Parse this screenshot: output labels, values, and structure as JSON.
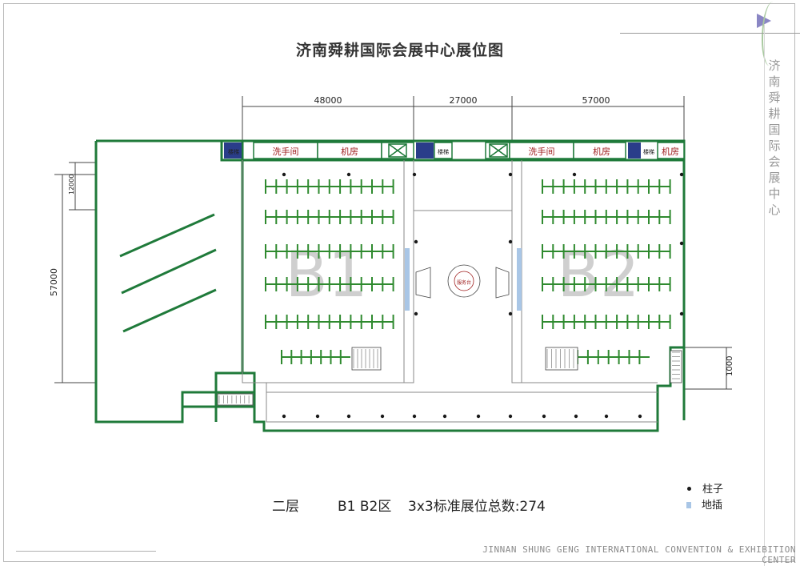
{
  "title": "济南舜耕国际会展中心展位图",
  "side_title": "济南舜耕国际会展中心",
  "footer": "JINNAN SHUNG GENG INTERNATIONAL CONVENTION & EXHIBITION CENTER",
  "dimensions": {
    "top": [
      "48000",
      "27000",
      "57000"
    ],
    "left_total": "57000",
    "left_small": "12000",
    "right_small": "1000"
  },
  "zones": [
    "B1",
    "B2"
  ],
  "rooms": {
    "washroom": "洗手间",
    "machine_room": "机房",
    "stairs": "楼梯"
  },
  "center_label": "服务台",
  "bottom": {
    "floor": "二层",
    "zones": "B1 B2区",
    "booth_count": "3x3标准展位总数:274"
  },
  "legend": [
    {
      "label": "柱子",
      "color": "#1a1a1a"
    },
    {
      "label": "地插",
      "color": "#a9c6e6"
    }
  ],
  "colors": {
    "wall": "#1f7a3a",
    "booth": "#2f8a2f",
    "text_red": "#a02020"
  }
}
